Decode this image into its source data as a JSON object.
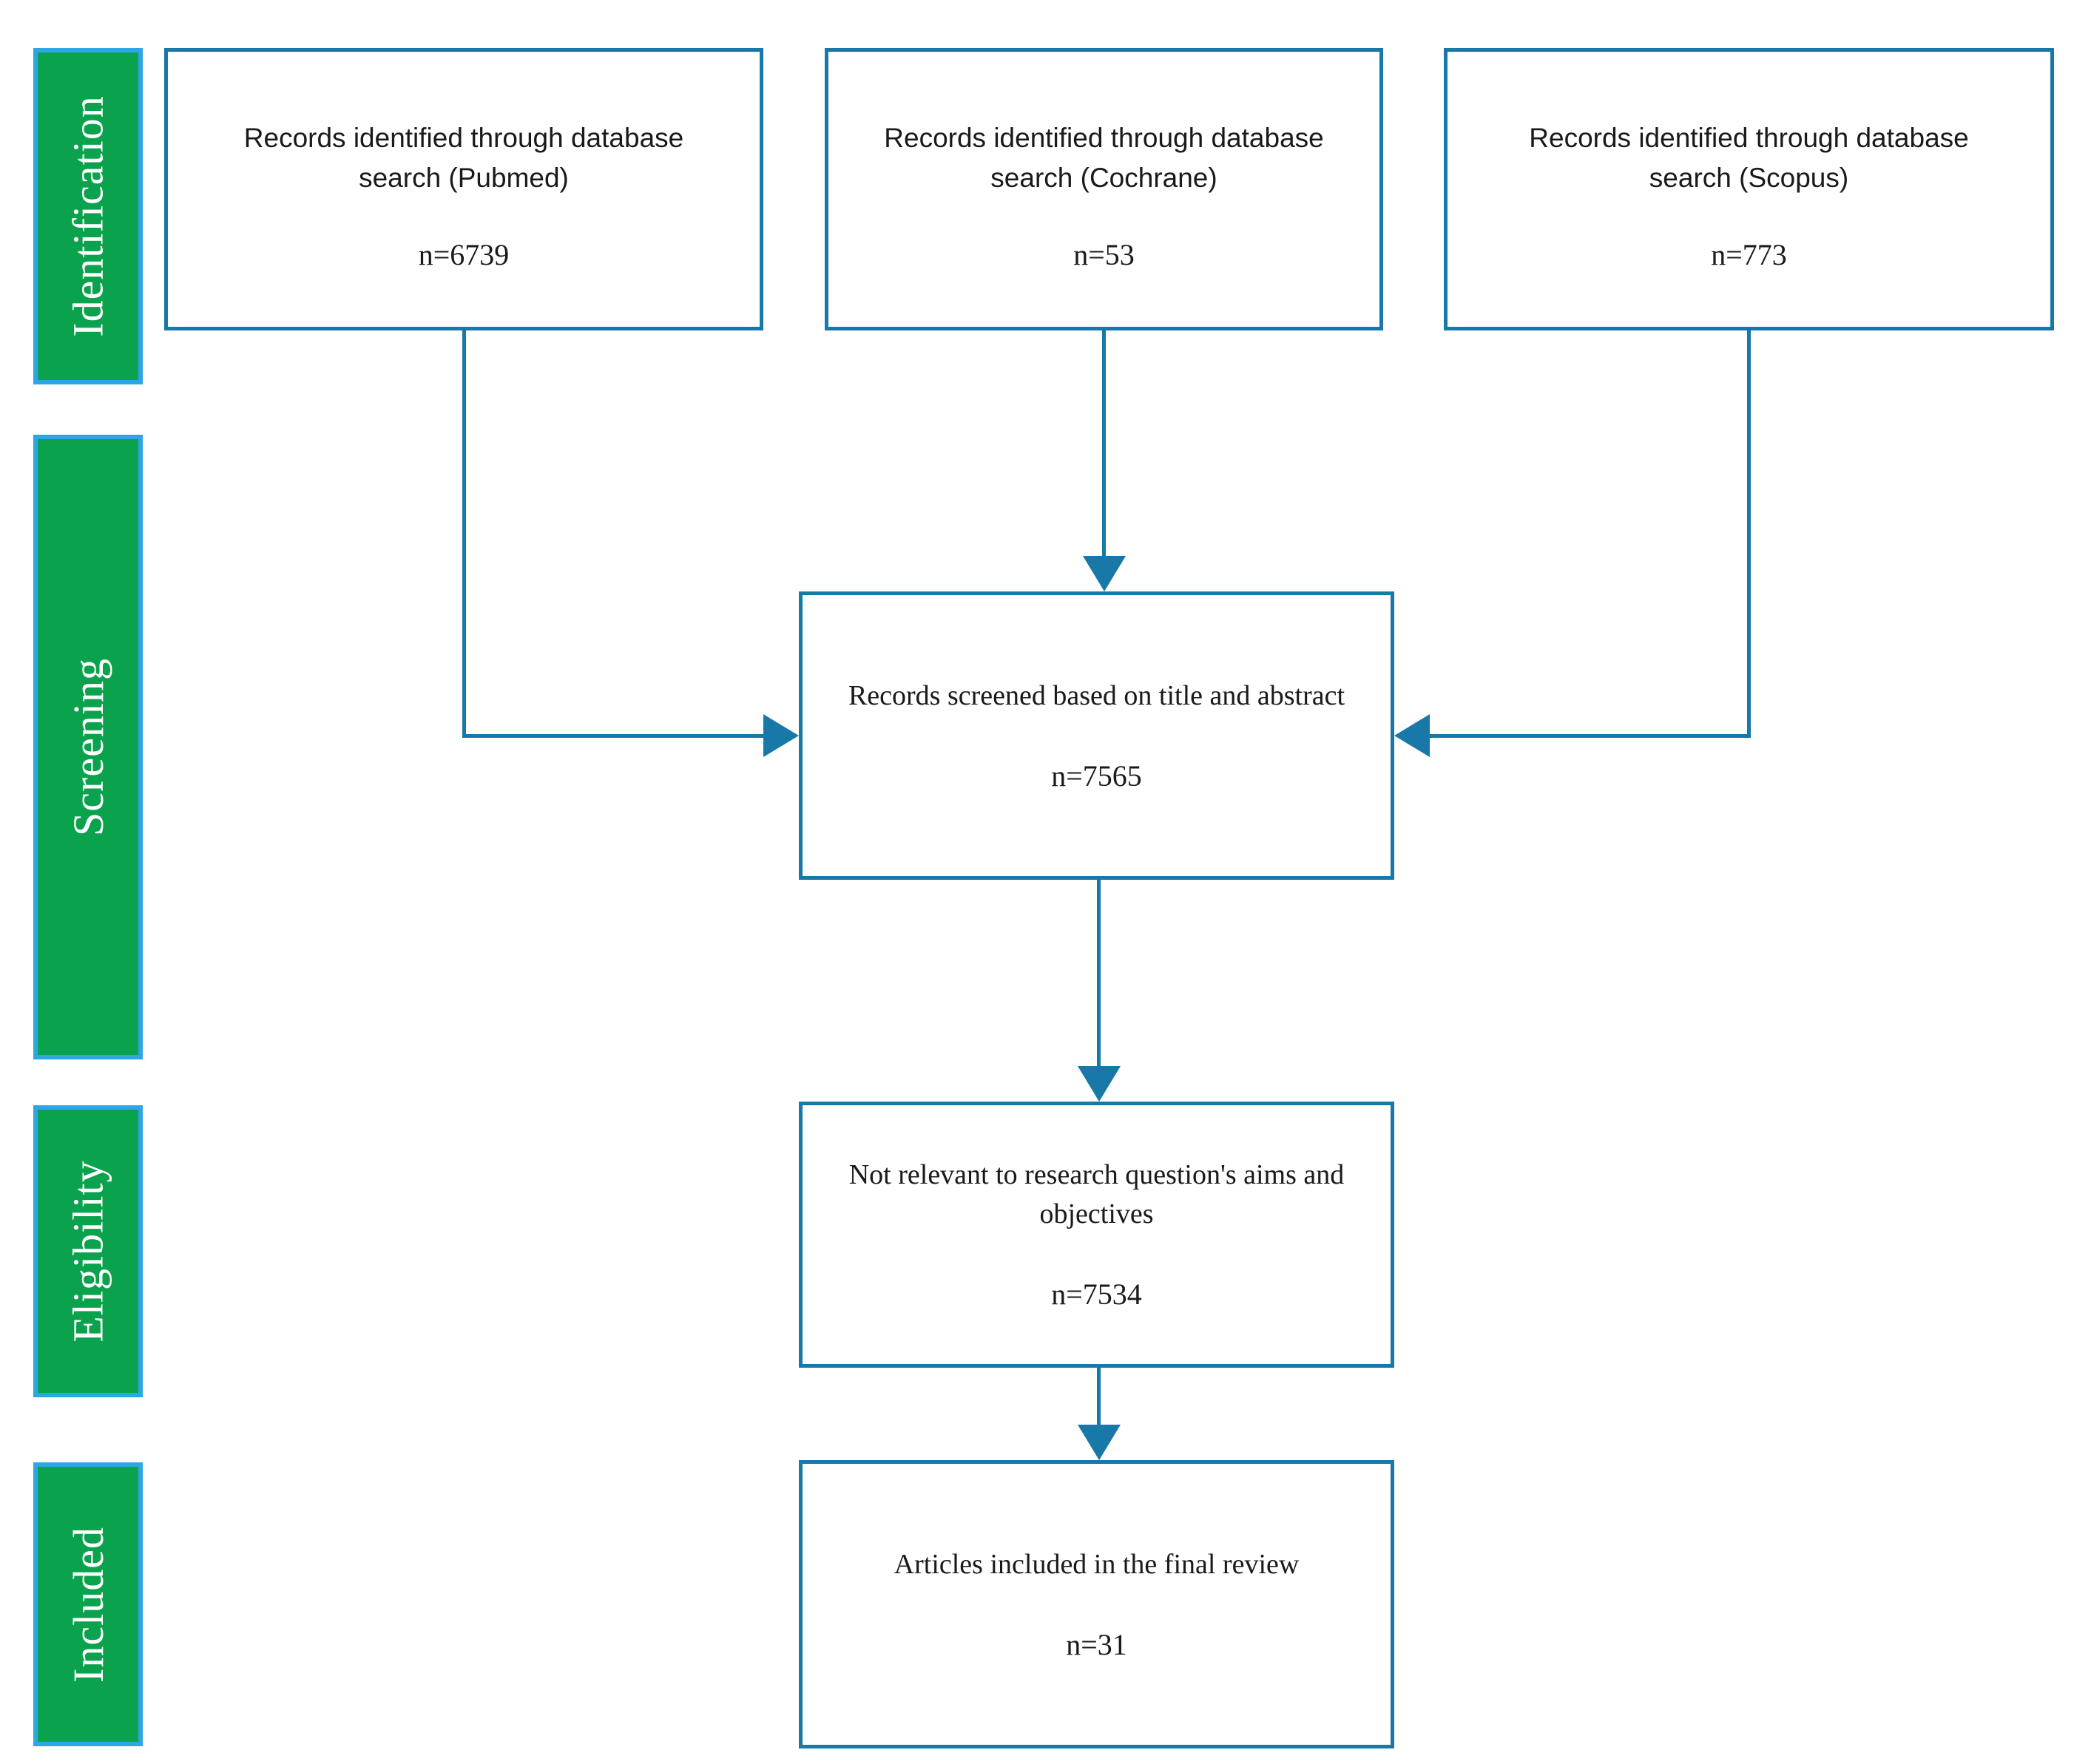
{
  "stages": [
    {
      "id": "identification",
      "label": "Identification"
    },
    {
      "id": "screening",
      "label": "Screening"
    },
    {
      "id": "eligibility",
      "label": "Eligibility"
    },
    {
      "id": "included",
      "label": "Included"
    }
  ],
  "boxes": {
    "pubmed": {
      "title": "Records identified through database search (Pubmed)",
      "count": "n=6739"
    },
    "cochrane": {
      "title": "Records identified through database search (Cochrane)",
      "count": "n=53"
    },
    "scopus": {
      "title": "Records identified through database search (Scopus)",
      "count": "n=773"
    },
    "screened": {
      "title": "Records screened based on title and abstract",
      "count": "n=7565"
    },
    "not_relevant": {
      "title": "Not relevant to research question's aims and objectives",
      "count": "n=7534"
    },
    "included": {
      "title": "Articles included in the final review",
      "count": "n=31"
    }
  },
  "colors": {
    "stage_fill": "#0AA24D",
    "stage_border": "#2CA6E4",
    "box_border": "#1878A8",
    "connector": "#1878A8",
    "box_text": "#1A1A1A",
    "stage_text": "#FFFFFF",
    "background": "#FFFFFF"
  }
}
